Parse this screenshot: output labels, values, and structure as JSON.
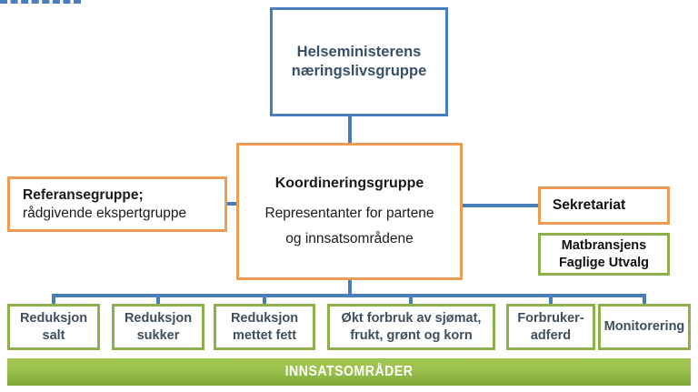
{
  "diagram": {
    "title": "Helseministerens næringslivsgruppe organisasjonskart",
    "colors": {
      "blue_border": "#4A7EBB",
      "orange_border": "#ED9C52",
      "green_border": "#8CB04A",
      "banner_green": "#9BC14D",
      "blue_text": "#39506B",
      "leaf_text": "#3F4F5E"
    }
  },
  "top_box": {
    "line1": "Helseministerens",
    "line2": "næringslivsgruppe"
  },
  "center_box": {
    "title": "Koordineringsgruppe",
    "line2": "Representanter for partene",
    "line3": "og innsatsområdene"
  },
  "reference_box": {
    "line1": "Referansegruppe;",
    "line2": "rådgivende ekspertgruppe"
  },
  "secretariat_box": {
    "label": "Sekretariat"
  },
  "mfu_box": {
    "line1": "Matbransjens",
    "line2": "Faglige Utvalg"
  },
  "leaf_boxes": [
    {
      "line1": "Reduksjon",
      "line2": "salt"
    },
    {
      "line1": "Reduksjon",
      "line2": "sukker"
    },
    {
      "line1": "Reduksjon",
      "line2": "mettet fett"
    },
    {
      "line1": "Økt forbruk av sjømat,",
      "line2": "frukt, grønt og korn"
    },
    {
      "line1": "Forbruker-",
      "line2": "adferd"
    },
    {
      "line1": "Monitorering",
      "line2": ""
    }
  ],
  "banner": {
    "label": "INNSATSOMRÅDER"
  }
}
